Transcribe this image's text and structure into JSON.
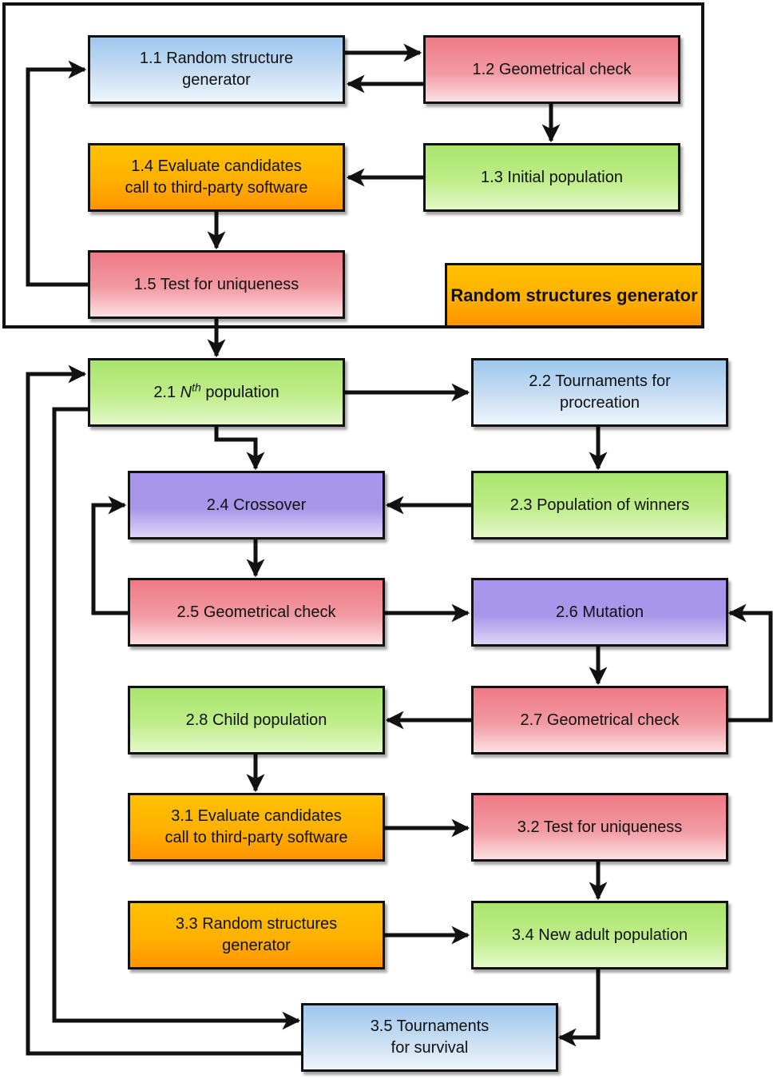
{
  "group_label": [
    "Random structures",
    "generator"
  ],
  "boxes": {
    "b11": [
      "1.1 Random structure",
      "generator"
    ],
    "b12": [
      "1.2 Geometrical check"
    ],
    "b13": [
      "1.3 Initial population"
    ],
    "b14": [
      "1.4 Evaluate candidates",
      "call to third-party software"
    ],
    "b15": [
      "1.5 Test for uniqueness"
    ],
    "b21": {
      "prefix": "2.1 ",
      "base": "N",
      "sup": "th",
      "suffix": " population"
    },
    "b22": [
      "2.2 Tournaments for",
      "procreation"
    ],
    "b23": [
      "2.3 Population of winners"
    ],
    "b24": [
      "2.4 Crossover"
    ],
    "b25": [
      "2.5 Geometrical check"
    ],
    "b26": [
      "2.6 Mutation"
    ],
    "b27": [
      "2.7 Geometrical check"
    ],
    "b28": [
      "2.8 Child population"
    ],
    "b31": [
      "3.1 Evaluate candidates",
      "call to third-party software"
    ],
    "b32": [
      "3.2 Test for uniqueness"
    ],
    "b33": [
      "3.3 Random structures",
      "generator"
    ],
    "b34": [
      "3.4 New adult population"
    ],
    "b35": [
      "3.5 Tournaments",
      "for survival"
    ]
  },
  "colors": {
    "blue": "#c9def3",
    "red": "#f29aa2",
    "green": "#bfed8a",
    "orange": "#ffb000",
    "purple": "#a697e9",
    "line": "#111111"
  }
}
